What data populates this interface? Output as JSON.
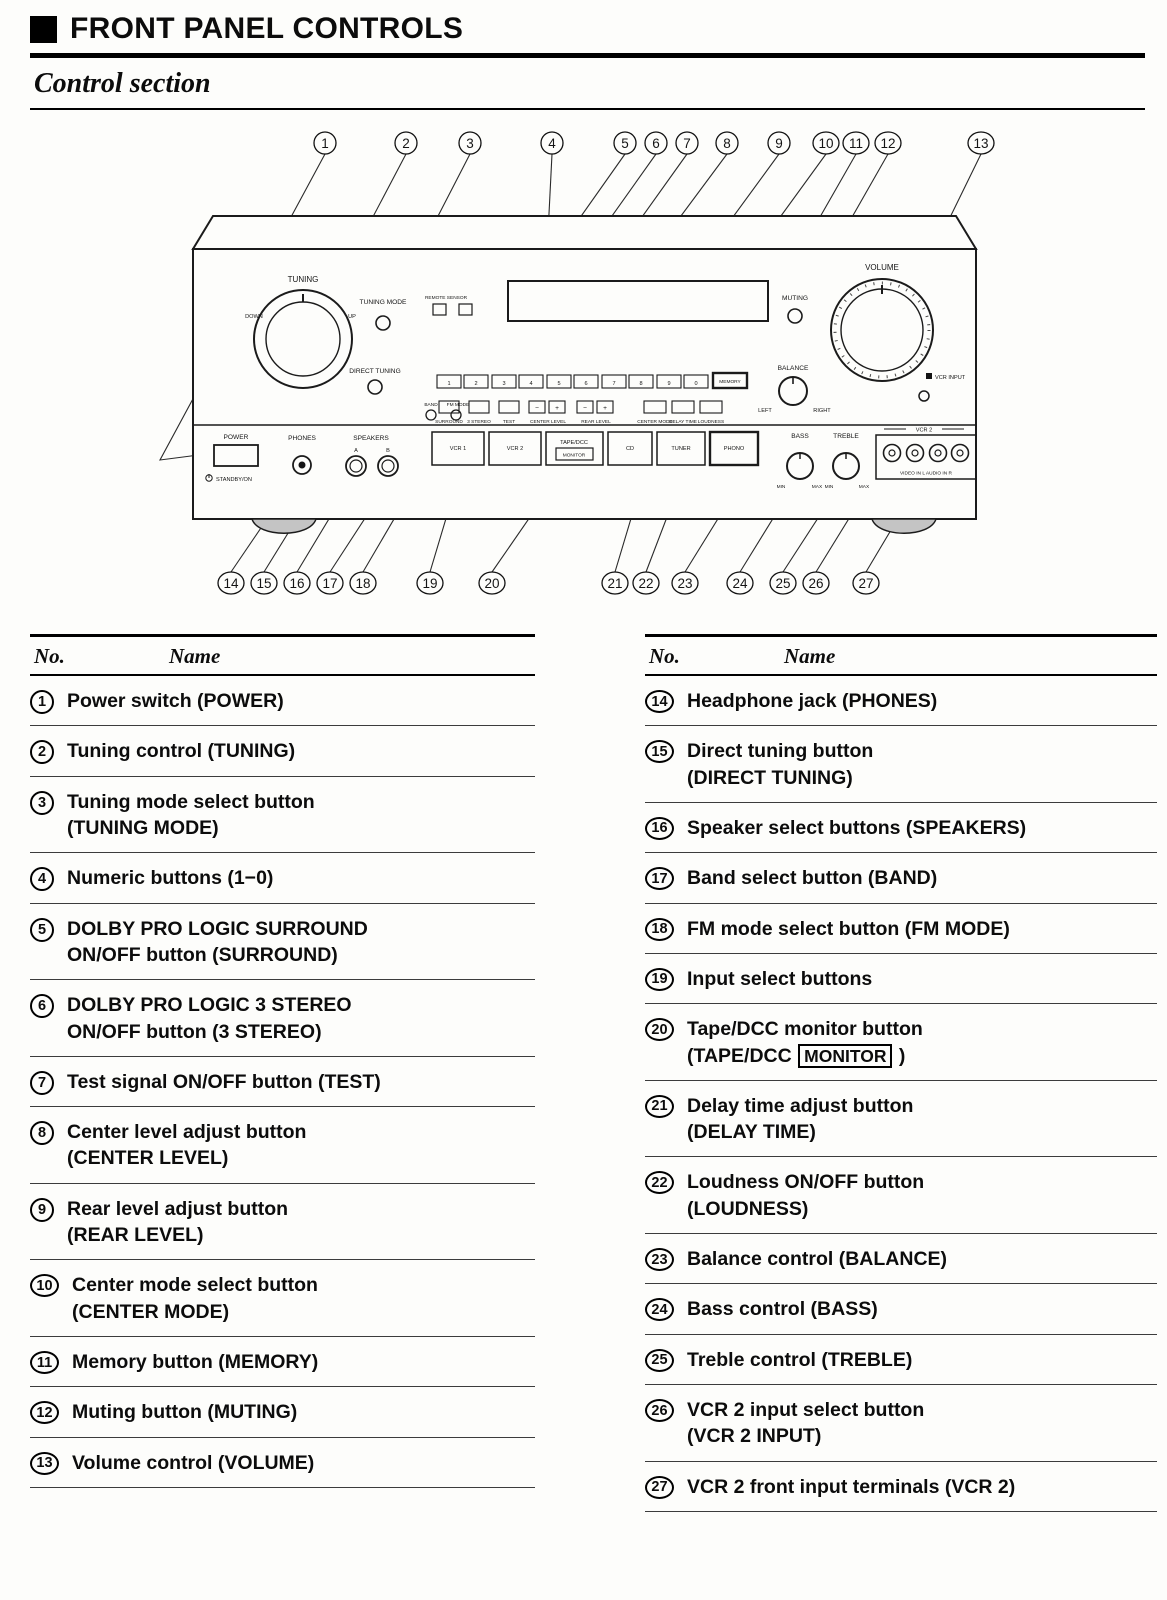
{
  "header": {
    "title": "FRONT PANEL CONTROLS",
    "section": "Control section"
  },
  "diagram": {
    "callouts": [
      "1",
      "2",
      "3",
      "4",
      "5",
      "6",
      "7",
      "8",
      "9",
      "10",
      "11",
      "12",
      "13",
      "14",
      "15",
      "16",
      "17",
      "18",
      "19",
      "20",
      "21",
      "22",
      "23",
      "24",
      "25",
      "26",
      "27"
    ],
    "numerics": [
      "1",
      "2",
      "3",
      "4",
      "5",
      "6",
      "7",
      "8",
      "9",
      "0"
    ],
    "labels": {
      "tuning": "TUNING",
      "down": "DOWN",
      "up": "UP",
      "tuning_mode": "TUNING MODE",
      "remote_sensor": "REMOTE SENSOR",
      "direct_tuning": "DIRECT TUNING",
      "muting": "MUTING",
      "volume": "VOLUME",
      "vcr_input": "VCR INPUT",
      "balance": "BALANCE",
      "left": "LEFT",
      "right": "RIGHT",
      "surround": "SURROUND",
      "stereo3": "3 STEREO",
      "test": "TEST",
      "center_level": "CENTER LEVEL",
      "rear_level": "REAR LEVEL",
      "center_mode": "CENTER MODE",
      "delay_time": "DELAY TIME",
      "loudness": "LOUDNESS",
      "memory": "MEMORY",
      "minus": "−",
      "plus": "+",
      "band": "BAND",
      "fm_mode": "FM MODE",
      "power": "POWER",
      "standby": "STANDBY/ON",
      "phones": "PHONES",
      "speakers": "SPEAKERS",
      "speaker_a": "A",
      "speaker_b": "B",
      "btn_vcr1": "VCR 1",
      "btn_vcr2": "VCR 2",
      "btn_tape": "TAPE/DCC",
      "btn_monitor": "MONITOR",
      "btn_cd": "CD",
      "btn_tuner": "TUNER",
      "btn_phono": "PHONO",
      "bass": "BASS",
      "treble": "TREBLE",
      "min": "MIN",
      "max": "MAX",
      "vcr2_panel": "VCR 2",
      "vcr2_jacks": "VIDEO IN   L   AUDIO IN   R"
    }
  },
  "table": {
    "header": {
      "no": "No.",
      "name": "Name"
    },
    "left": [
      {
        "num": "1",
        "lines": [
          "Power switch (POWER)"
        ]
      },
      {
        "num": "2",
        "lines": [
          "Tuning control (TUNING)"
        ]
      },
      {
        "num": "3",
        "lines": [
          "Tuning mode select button",
          "(TUNING MODE)"
        ]
      },
      {
        "num": "4",
        "lines": [
          "Numeric buttons (1−0)"
        ]
      },
      {
        "num": "5",
        "lines": [
          "DOLBY PRO LOGIC SURROUND",
          "ON/OFF button (SURROUND)"
        ]
      },
      {
        "num": "6",
        "lines": [
          "DOLBY PRO LOGIC 3 STEREO",
          "ON/OFF button (3 STEREO)"
        ]
      },
      {
        "num": "7",
        "lines": [
          "Test signal ON/OFF button (TEST)"
        ]
      },
      {
        "num": "8",
        "lines": [
          "Center level adjust button",
          "(CENTER LEVEL)"
        ]
      },
      {
        "num": "9",
        "lines": [
          "Rear level adjust button",
          "(REAR LEVEL)"
        ]
      },
      {
        "num": "10",
        "lines": [
          "Center mode select button",
          "(CENTER MODE)"
        ]
      },
      {
        "num": "11",
        "lines": [
          "Memory button (MEMORY)"
        ]
      },
      {
        "num": "12",
        "lines": [
          "Muting button (MUTING)"
        ]
      },
      {
        "num": "13",
        "lines": [
          "Volume control (VOLUME)"
        ]
      }
    ],
    "right": [
      {
        "num": "14",
        "lines": [
          "Headphone jack (PHONES)"
        ]
      },
      {
        "num": "15",
        "lines": [
          "Direct tuning button",
          "(DIRECT TUNING)"
        ]
      },
      {
        "num": "16",
        "lines": [
          "Speaker select buttons (SPEAKERS)"
        ]
      },
      {
        "num": "17",
        "lines": [
          "Band select button (BAND)"
        ]
      },
      {
        "num": "18",
        "lines": [
          "FM mode select button (FM MODE)"
        ]
      },
      {
        "num": "19",
        "lines": [
          "Input select buttons"
        ]
      },
      {
        "num": "20",
        "lines": [
          "Tape/DCC monitor button",
          [
            {
              "t": "(TAPE/DCC "
            },
            {
              "t": "MONITOR",
              "box": true
            },
            {
              "t": " )"
            }
          ]
        ]
      },
      {
        "num": "21",
        "lines": [
          "Delay time adjust button",
          "(DELAY TIME)"
        ]
      },
      {
        "num": "22",
        "lines": [
          "Loudness ON/OFF button",
          "(LOUDNESS)"
        ]
      },
      {
        "num": "23",
        "lines": [
          "Balance control (BALANCE)"
        ]
      },
      {
        "num": "24",
        "lines": [
          "Bass control (BASS)"
        ]
      },
      {
        "num": "25",
        "lines": [
          "Treble control (TREBLE)"
        ]
      },
      {
        "num": "26",
        "lines": [
          "VCR 2 input select button",
          "(VCR 2 INPUT)"
        ]
      },
      {
        "num": "27",
        "lines": [
          "VCR 2 front input terminals (VCR 2)"
        ]
      }
    ]
  }
}
